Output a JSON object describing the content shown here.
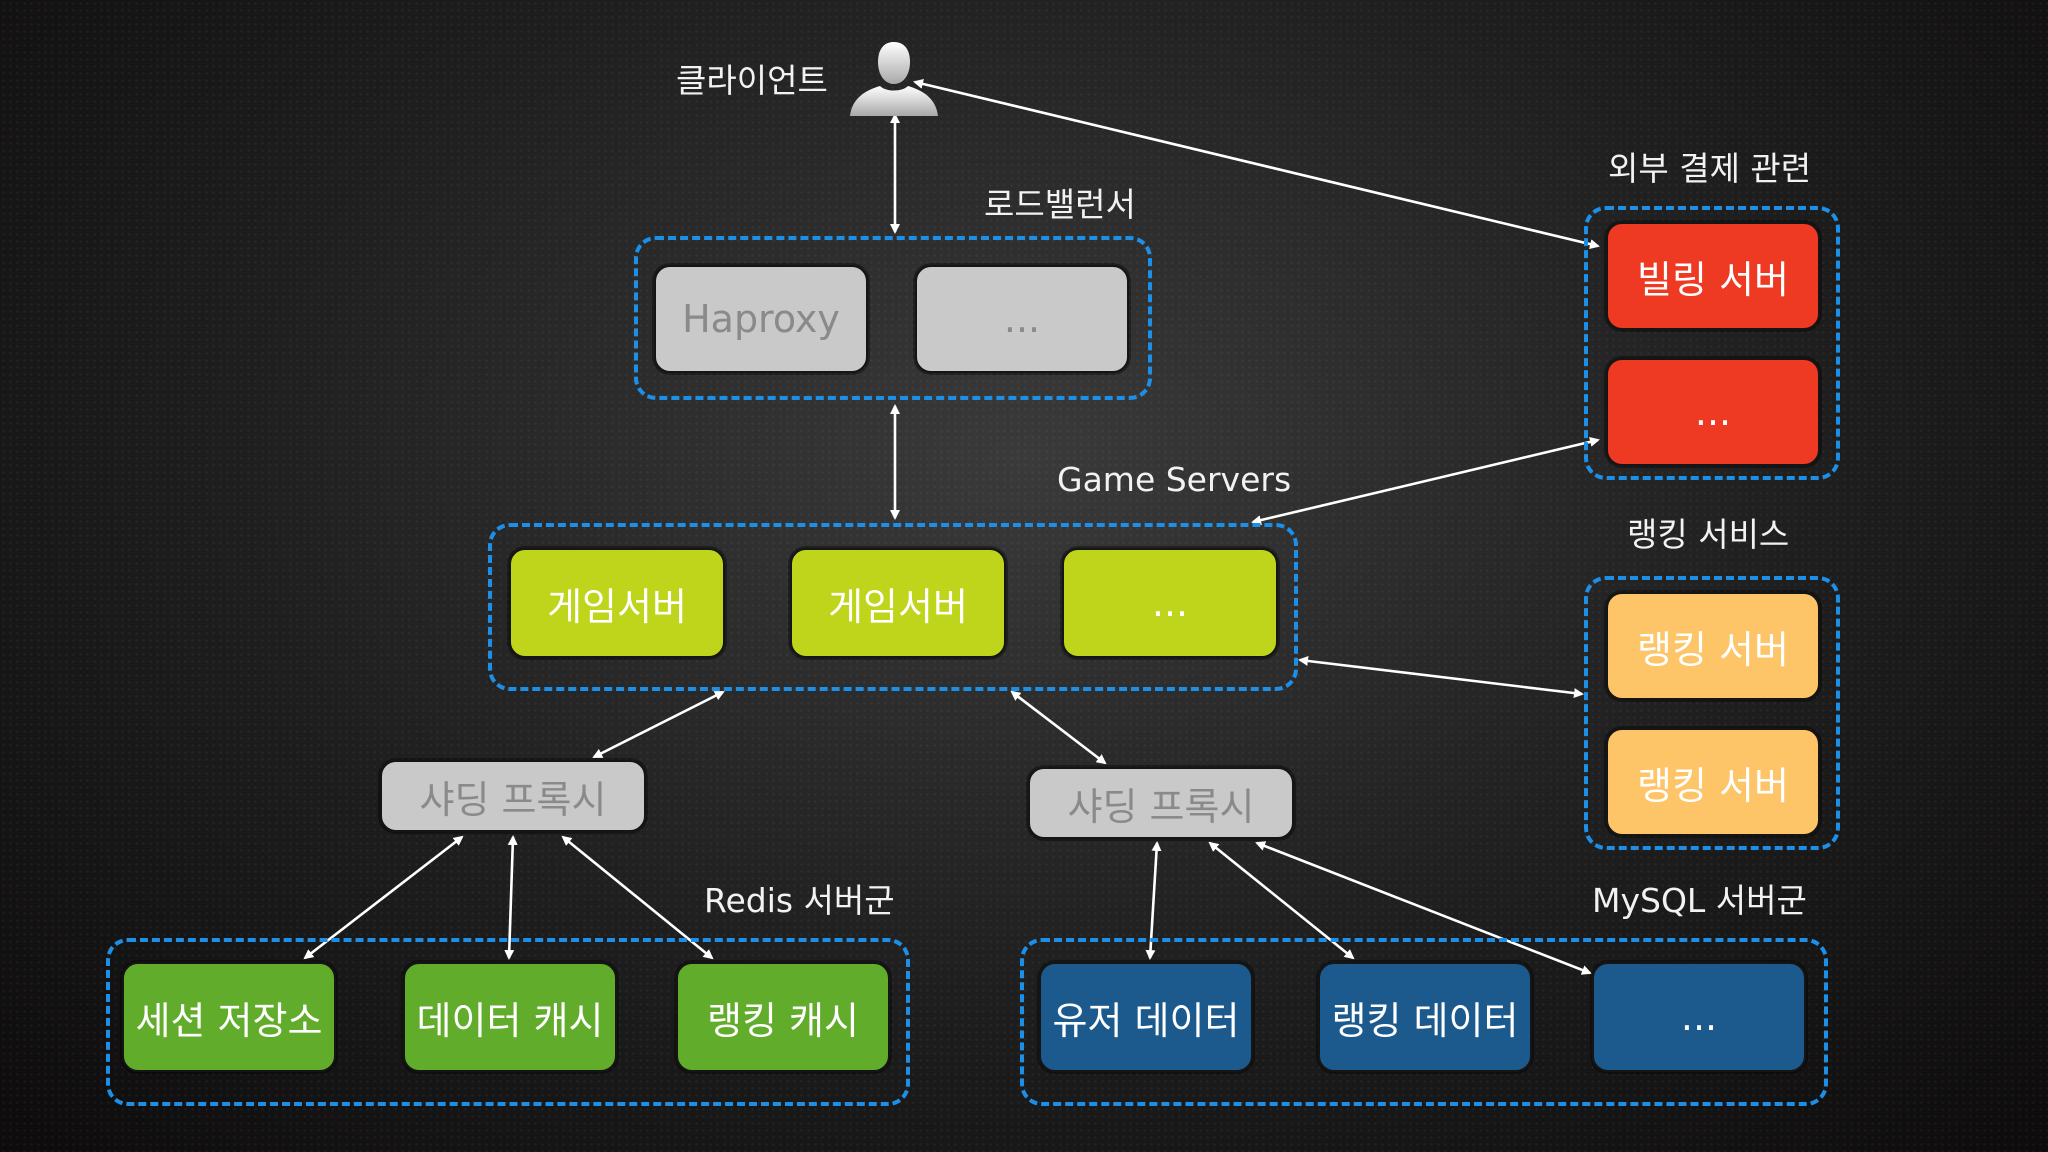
{
  "labels": {
    "client": "클라이언트",
    "load_balancer": "로드밸런서",
    "game_servers": "Game Servers",
    "payment": "외부 결제 관련",
    "ranking_service": "랭킹 서비스",
    "redis": "Redis 서버군",
    "mysql": "MySQL 서버군"
  },
  "lb_nodes": [
    "Haproxy",
    "..."
  ],
  "game_nodes": [
    "게임서버",
    "게임서버",
    "..."
  ],
  "billing_nodes": [
    "빌링 서버",
    "..."
  ],
  "ranking_nodes": [
    "랭킹 서버",
    "랭킹 서버"
  ],
  "sharding_proxies": [
    "샤딩 프록시",
    "샤딩 프록시"
  ],
  "redis_nodes": [
    "세션 저장소",
    "데이터 캐시",
    "랭킹 캐시"
  ],
  "mysql_nodes": [
    "유저 데이터",
    "랭킹 데이터",
    "..."
  ],
  "icons": {
    "client": "user-icon"
  },
  "colors": {
    "group_border": "#1e8fe6",
    "load_balancer": "#c9c9c9",
    "game_server": "#bfd51b",
    "billing": "#ee3a22",
    "ranking": "#fdc468",
    "redis": "#62ac2c",
    "mysql": "#1c5a8e"
  }
}
